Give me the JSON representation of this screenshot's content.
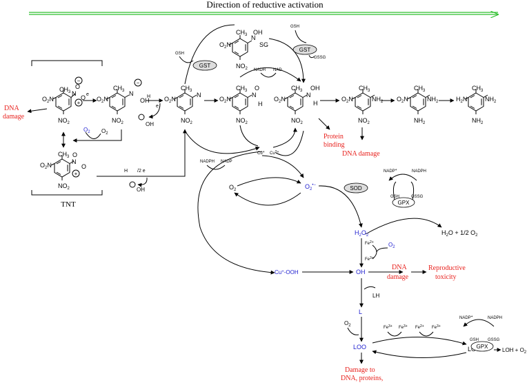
{
  "header": {
    "title": "Direction of reductive activation",
    "arrow_color": "#2fbf2f"
  },
  "colors": {
    "red": "#e8211d",
    "blue": "#2020d0",
    "black": "#000000"
  },
  "labels": {
    "tnt": "TNT",
    "dna_damage_left": "DNA damage",
    "protein_binding": "Protein binding",
    "dna_damage_mid": "DNA damage",
    "dna_damage_oh": "DNA damage",
    "reproductive_toxicity": "Reproductive toxicity",
    "damage_bottom": "Damage to DNA, proteins,"
  },
  "enzymes": {
    "gst1": "GST",
    "gst2": "GST",
    "sod": "SOD",
    "gpx1": "GPX",
    "gpx2": "GPX"
  },
  "cofactors": {
    "gsh_left": "GSH",
    "gsh_top": "GSH",
    "gssg_top": "GSSG",
    "nadh": "NADH",
    "nad": "NAD",
    "nadph_1": "NADPH",
    "nadp_1": "NADP",
    "cu_plus": "Cu",
    "cu_2plus": "Cu",
    "nadp_plus_1": "NADP",
    "nadph_2": "NADPH",
    "gsh_2": "GSH",
    "gssg_2": "GSSG",
    "nadp_plus_2": "NADP",
    "nadph_3": "NADPH",
    "gsh_3": "GSH",
    "gssg_3": "GSSG"
  },
  "species": {
    "o2_a": "O",
    "o2_b": "O",
    "superoxide": "O",
    "superoxide_small": "O",
    "o2_small": "O",
    "h2o2": "H",
    "fe2": "Fe",
    "fe3": "Fe",
    "oh_radical": "OH",
    "lh": "LH",
    "l_radical": "L",
    "loo_radical": "LOO",
    "looh": "LOOH",
    "cu_ooh": "Cu",
    "h2o_half_o2": "H",
    "loh_o2": "LOH + O",
    "oh_minus_1": "OH",
    "oh_minus_2": "OH",
    "oh_minus_3": "OH",
    "fe3_a": "Fe",
    "fe3_b": "Fe",
    "fe2_a": "Fe",
    "fe3_c": "Fe",
    "o2_lower": "O"
  },
  "molecule_groups": {
    "no2": "NO",
    "ch3": "CH",
    "nh2": "NH",
    "oh": "OH",
    "sg": "SG",
    "h": "H",
    "o": "O"
  }
}
